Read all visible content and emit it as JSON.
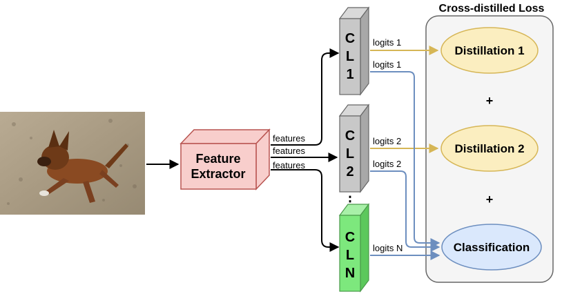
{
  "loss_panel": {
    "title": "Cross-distilled Loss",
    "distill_1": "Distillation 1",
    "plus_1": "+",
    "distill_2": "Distillation 2",
    "plus_2": "+",
    "classification": "Classification"
  },
  "feature_extractor": {
    "line1": "Feature",
    "line2": "Extractor"
  },
  "features_labels": [
    "features",
    "features",
    "features"
  ],
  "classifiers": [
    {
      "c": "C",
      "l": "L",
      "n": "1",
      "color": "#c8c8c8"
    },
    {
      "c": "C",
      "l": "L",
      "n": "2",
      "color": "#c8c8c8"
    },
    {
      "c": "C",
      "l": "L",
      "n": "N",
      "color": "#7de87d"
    }
  ],
  "ellipsis": "⋮",
  "logits": {
    "cl1_top": "logits 1",
    "cl1_bottom": "logits 1",
    "cl2_top": "logits 2",
    "cl2_bottom": "logits 2",
    "cln": "logits N"
  },
  "colors": {
    "distill_fill": "#fbeec0",
    "distill_stroke": "#d6b656",
    "class_fill": "#dae8fc",
    "class_stroke": "#6c8ebf",
    "fe_fill": "#f8cecc",
    "fe_stroke": "#b85450",
    "orange_arrow": "#d6b656",
    "blue_arrow": "#6c8ebf",
    "panel_fill": "#f5f5f5",
    "panel_stroke": "#666666"
  },
  "photo": {
    "icon": "puppy-on-sand-photo"
  }
}
